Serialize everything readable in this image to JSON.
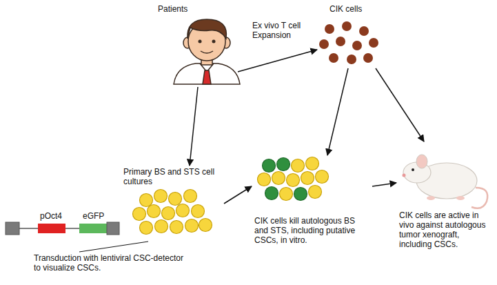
{
  "diagram": {
    "nodes": [
      {
        "text": [
          "Patients"
        ]
      },
      {
        "text": [
          "CIK cells"
        ]
      },
      {
        "text": [
          "Primary BS and STS cell cultures"
        ]
      },
      {
        "text": [
          "Transduction with lentiviral CSC-detector to visualize CSCs."
        ]
      },
      {
        "text": [
          "CIK cells kill autologous BS and STS, including putative CSCs, in vitro."
        ]
      },
      {
        "text": [
          "CIK cells are active in vivo against autologous tumor xenograft, including CSCs."
        ]
      }
    ],
    "edges": [
      {
        "from": 0,
        "to": 1,
        "label": "Ex vivo T cell Expansion",
        "arrow": "to"
      },
      {
        "from": 0,
        "to": 2,
        "arrow": "to"
      },
      {
        "from": 2,
        "to": 4,
        "arrow": "to"
      },
      {
        "from": 1,
        "to": 4,
        "arrow": "to"
      },
      {
        "from": 1,
        "to": 5,
        "arrow": "to"
      },
      {
        "from": 4,
        "to": 5,
        "arrow": "to"
      },
      {
        "from": 3,
        "to": 2,
        "arrow": "none"
      }
    ],
    "labels": [
      "pOct4",
      "eGFP"
    ]
  }
}
